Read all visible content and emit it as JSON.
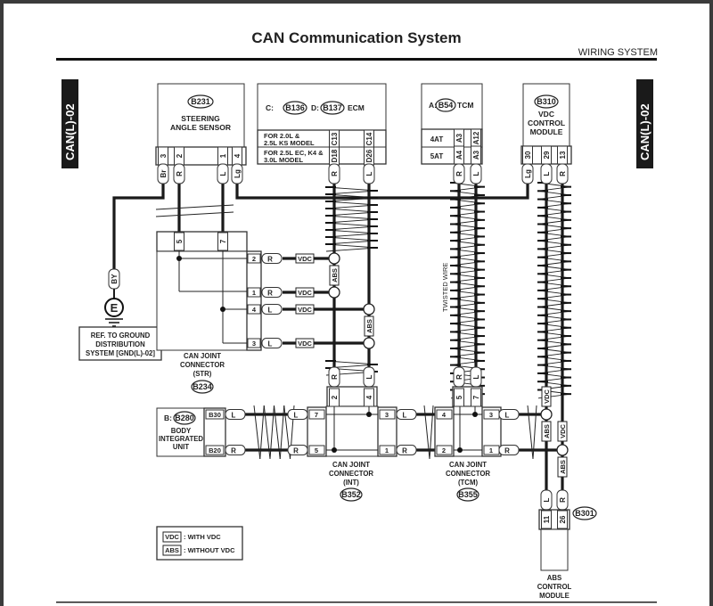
{
  "header": {
    "title": "CAN Communication System",
    "section": "WIRING SYSTEM",
    "side_tab_left": "CAN(L)-02",
    "side_tab_right": "CAN(L)-02"
  },
  "modules": {
    "steering": {
      "code": "B231",
      "name_lines": [
        "STEERING",
        "ANGLE SENSOR"
      ],
      "pins": [
        "3",
        "2",
        "1",
        "4"
      ],
      "wires": [
        "Br",
        "R",
        "L",
        "Lg"
      ]
    },
    "ecm": {
      "label_c": "C:",
      "code_c": "B136",
      "label_d": "D:",
      "code_d": "B137",
      "name": "ECM",
      "rows": [
        {
          "label_lines": [
            "FOR 2.0L &",
            "2.5L KS MODEL"
          ],
          "pins": [
            "C13",
            "C14"
          ]
        },
        {
          "label_lines": [
            "FOR 2.5L EC, K4 &",
            "3.0L MODEL"
          ],
          "pins": [
            "D18",
            "D26"
          ]
        }
      ],
      "wires": [
        "R",
        "L"
      ]
    },
    "tcm": {
      "label_a": "A:",
      "code": "B54",
      "name": "TCM",
      "rows": [
        {
          "label": "4AT",
          "pins": [
            "A3",
            "A12"
          ]
        },
        {
          "label": "5AT",
          "pins": [
            "A4",
            "A3"
          ]
        }
      ],
      "wires": [
        "R",
        "L"
      ]
    },
    "vdc": {
      "code": "B310",
      "name_lines": [
        "VDC",
        "CONTROL",
        "MODULE"
      ],
      "pins": [
        "30",
        "29",
        "13"
      ],
      "wires": [
        "Lg",
        "L",
        "R"
      ]
    },
    "body": {
      "label_b": "B:",
      "code": "B280",
      "name_lines": [
        "BODY",
        "INTEGRATED",
        "UNIT"
      ],
      "pins": [
        "B30",
        "B20"
      ],
      "wires": [
        "L",
        "R"
      ]
    },
    "abs": {
      "code": "B301",
      "name_lines": [
        "ABS",
        "CONTROL",
        "MODULE"
      ],
      "pins": [
        "11",
        "26"
      ],
      "wires": [
        "L",
        "R"
      ]
    }
  },
  "connectors": {
    "str": {
      "name_lines": [
        "CAN JOINT",
        "CONNECTOR",
        "(STR)"
      ],
      "code": "B234",
      "top_pins": [
        "5",
        "7"
      ],
      "side_pins": [
        "2",
        "1",
        "4",
        "3"
      ],
      "side_wires": [
        "R",
        "R",
        "L",
        "L"
      ]
    },
    "int": {
      "name_lines": [
        "CAN JOINT",
        "CONNECTOR",
        "(INT)"
      ],
      "code": "B352",
      "top_pins": [
        "2",
        "4"
      ],
      "top_wires": [
        "R",
        "L"
      ],
      "left_pins": [
        "7",
        "5"
      ],
      "left_wires": [
        "L",
        "R"
      ],
      "right_pins": [
        "3",
        "1"
      ],
      "right_wires": [
        "L",
        "R"
      ]
    },
    "tcm": {
      "name_lines": [
        "CAN JOINT",
        "CONNECTOR",
        "(TCM)"
      ],
      "code": "B355",
      "top_pins": [
        "5",
        "7"
      ],
      "top_wires": [
        "R",
        "L"
      ],
      "left_pins": [
        "4",
        "2"
      ],
      "right_pins": [
        "3",
        "1"
      ],
      "right_wires": [
        "L",
        "R"
      ]
    }
  },
  "ground": {
    "wire": "BY",
    "symbol": "E",
    "ref_lines": [
      "REF. TO GROUND",
      "DISTRIBUTION",
      "SYSTEM [GND(L)-02]"
    ]
  },
  "tags": {
    "vdc": "VDC",
    "abs": "ABS"
  },
  "twisted_wire_label": "TWISTED WIRE",
  "legend": [
    {
      "tag": "VDC",
      "text": ": WITH VDC"
    },
    {
      "tag": "ABS",
      "text": ": WITHOUT VDC"
    }
  ]
}
